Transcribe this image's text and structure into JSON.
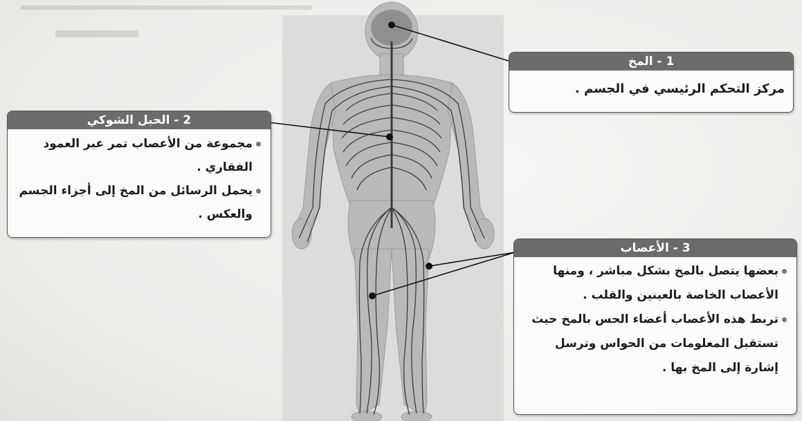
{
  "boxes": {
    "brain": {
      "title": "1 - المخ",
      "text": "مركز التحكم الرئيسي في الجسم ."
    },
    "spinal_cord": {
      "title": "2 - الحبل الشوكي",
      "bullets": [
        "مجموعة من الأعصاب تمر عبر العمود الفقاري .",
        "يحمل الرسائل من المخ إلى أجزاء الجسم والعكس ."
      ]
    },
    "nerves": {
      "title": "3 - الأعصاب",
      "bullets": [
        "بعضها يتصل بالمخ بشكل مباشر ، ومنها الأعصاب الخاصة بالعينين والقلب .",
        "تربط هذه الأعصاب أعضاء الحس بالمخ حيث تستقبل المعلومات من الحواس وترسل إشارة إلى المخ بها ."
      ]
    }
  },
  "colors": {
    "header_bg": "#6b6b6b",
    "body_silhouette": "#b5b5b3",
    "nerve_lines": "#3a3a3a"
  }
}
